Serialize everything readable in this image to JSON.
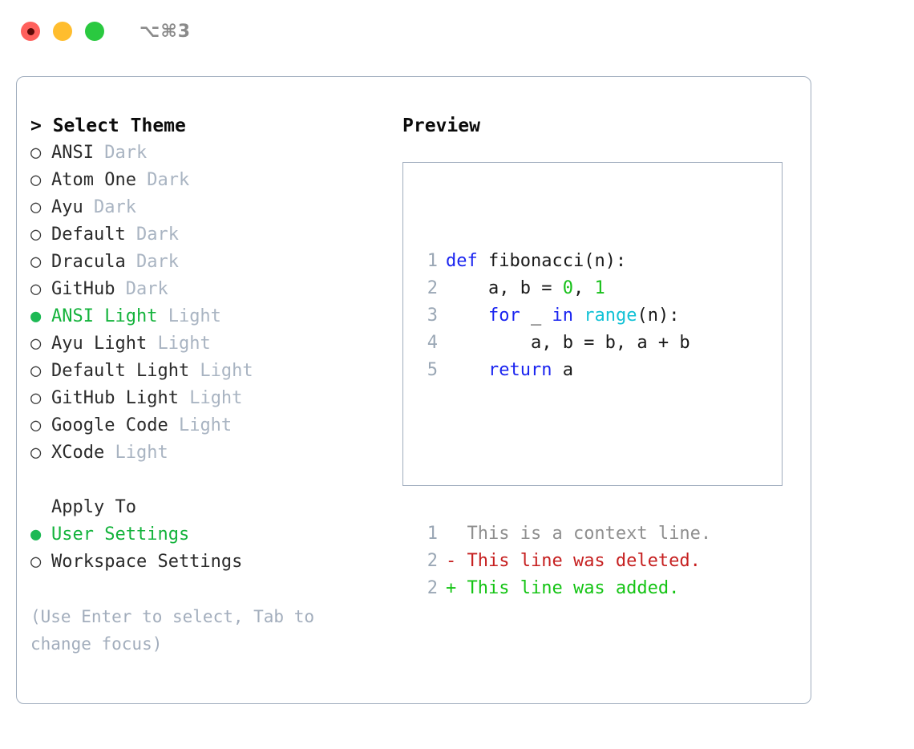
{
  "titlebar": {
    "shortcut": "⌥⌘3",
    "lights": [
      {
        "name": "close-button",
        "color": "#ff605c"
      },
      {
        "name": "minimize-button",
        "color": "#ffbd2e"
      },
      {
        "name": "maximize-button",
        "color": "#2ac940"
      }
    ]
  },
  "theme_panel": {
    "heading": "> Select Theme",
    "items": [
      {
        "bullet": "○",
        "name": "ANSI",
        "variant": " Dark",
        "selected": false
      },
      {
        "bullet": "○",
        "name": "Atom One",
        "variant": " Dark",
        "selected": false
      },
      {
        "bullet": "○",
        "name": "Ayu",
        "variant": " Dark",
        "selected": false
      },
      {
        "bullet": "○",
        "name": "Default",
        "variant": " Dark",
        "selected": false
      },
      {
        "bullet": "○",
        "name": "Dracula",
        "variant": " Dark",
        "selected": false
      },
      {
        "bullet": "○",
        "name": "GitHub",
        "variant": " Dark",
        "selected": false
      },
      {
        "bullet": "●",
        "name": "ANSI Light",
        "variant": " Light",
        "selected": true
      },
      {
        "bullet": "○",
        "name": "Ayu Light",
        "variant": " Light",
        "selected": false
      },
      {
        "bullet": "○",
        "name": "Default Light",
        "variant": " Light",
        "selected": false
      },
      {
        "bullet": "○",
        "name": "GitHub Light",
        "variant": " Light",
        "selected": false
      },
      {
        "bullet": "○",
        "name": "Google Code",
        "variant": " Light",
        "selected": false
      },
      {
        "bullet": "○",
        "name": "XCode",
        "variant": " Light",
        "selected": false
      }
    ]
  },
  "apply_to": {
    "label": "Apply To",
    "options": [
      {
        "bullet": "●",
        "name": "User Settings",
        "selected": true
      },
      {
        "bullet": "○",
        "name": "Workspace Settings",
        "selected": false
      }
    ]
  },
  "hint": "(Use Enter to select, Tab to change focus)",
  "preview": {
    "title": "Preview",
    "code_lines": [
      {
        "num": "1",
        "tokens": [
          {
            "t": "def",
            "c": "kw"
          },
          {
            "t": " fibonacci(n):",
            "c": "plain"
          }
        ]
      },
      {
        "num": "2",
        "tokens": [
          {
            "t": "    a, b = ",
            "c": "plain"
          },
          {
            "t": "0",
            "c": "num"
          },
          {
            "t": ", ",
            "c": "plain"
          },
          {
            "t": "1",
            "c": "num"
          }
        ]
      },
      {
        "num": "3",
        "tokens": [
          {
            "t": "    ",
            "c": "plain"
          },
          {
            "t": "for",
            "c": "kw"
          },
          {
            "t": " _ ",
            "c": "plain"
          },
          {
            "t": "in",
            "c": "kw"
          },
          {
            "t": " ",
            "c": "plain"
          },
          {
            "t": "range",
            "c": "fn"
          },
          {
            "t": "(n):",
            "c": "plain"
          }
        ]
      },
      {
        "num": "4",
        "tokens": [
          {
            "t": "        a, b = b, a + b",
            "c": "plain"
          }
        ]
      },
      {
        "num": "5",
        "tokens": [
          {
            "t": "    ",
            "c": "plain"
          },
          {
            "t": "return",
            "c": "kw"
          },
          {
            "t": " a",
            "c": "plain"
          }
        ]
      }
    ],
    "diff_lines": [
      {
        "num": "1",
        "marker": " ",
        "text": " This is a context line.",
        "kind": "diff-ctx"
      },
      {
        "num": "2",
        "marker": "-",
        "text": " This line was deleted.",
        "kind": "diff-del"
      },
      {
        "num": "2",
        "marker": "+",
        "text": " This line was added.",
        "kind": "diff-add"
      }
    ]
  },
  "colors": {
    "accent_green": "#14b33c",
    "muted": "#a9b4c2",
    "border": "#9facbd",
    "keyword_blue": "#1a24f0",
    "function_cyan": "#13c2d6",
    "number_green": "#17c019",
    "diff_add": "#14c414",
    "diff_del": "#c62020"
  }
}
